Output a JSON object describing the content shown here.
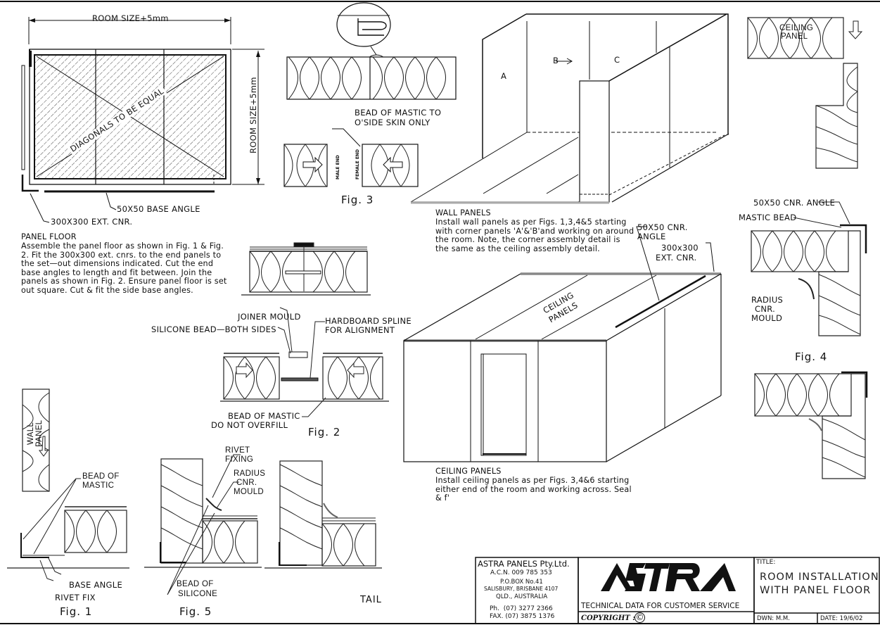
{
  "drawing": {
    "fig1": {
      "caption": "Fig. 1",
      "panel_label": [
        "WALL",
        "PANEL"
      ],
      "labels": {
        "bead_of_mastic": [
          "BEAD OF",
          "MASTIC"
        ],
        "base_angle": "BASE ANGLE",
        "rivet_fix": "RIVET FIX"
      }
    },
    "fig2": {
      "caption": "Fig. 2",
      "labels": {
        "joiner_mould": "JOINER MOULD",
        "silicone_bead": "SILICONE BEAD—BOTH SIDES",
        "hardboard_spline": [
          "HARDBOARD SPLINE",
          "FOR ALIGNMENT"
        ],
        "bead_of_mastic": [
          "BEAD OF MASTIC",
          "DO NOT OVERFILL"
        ]
      }
    },
    "fig3": {
      "caption": "Fig. 3",
      "labels": {
        "bead_of_mastic": [
          "BEAD OF MASTIC TO",
          "O'SIDE SKIN ONLY"
        ],
        "male_end": "MALE END",
        "female_end": "FEMALE END"
      }
    },
    "fig4": {
      "caption": "Fig. 4",
      "labels": {
        "cnr_angle": "50X50 CNR. ANGLE",
        "mastic_bead": "MASTIC BEAD",
        "radius_cnr_mould": [
          "RADIUS",
          "CNR.",
          "MOULD"
        ]
      }
    },
    "fig5": {
      "caption": "Fig. 5",
      "labels": {
        "rivet_fixing": [
          "RIVET",
          "FIXING"
        ],
        "radius_cnr_mould": [
          "RADIUS",
          "CNR.",
          "MOULD"
        ],
        "bead_of_silicone": [
          "BEAD OF",
          "SILICONE"
        ]
      }
    },
    "fig6": {
      "label": "TAIL"
    },
    "ceiling_detail": {
      "label": [
        "CEILING",
        "PANEL"
      ]
    },
    "floor_plan": {
      "dim_top": "ROOM SIZE+5mm",
      "dim_side": "ROOM SIZE+5mm",
      "diagonal": "DIAGONALS TO BE EQUAL",
      "base_angle": "50X50 BASE ANGLE",
      "ext_cnr": "300X300 EXT. CNR."
    },
    "wall_iso": {
      "panel_a": "A",
      "panel_b": "B",
      "panel_c": "C"
    },
    "ceiling_iso": {
      "label": [
        "CEILING",
        "PANELS"
      ],
      "cnr_angle": [
        "50X50 CNR.",
        "ANGLE"
      ],
      "ext_cnr": [
        "300x300",
        "EXT. CNR."
      ]
    }
  },
  "notes": {
    "panel_floor": {
      "title": "PANEL FLOOR",
      "body": "Assemble the panel floor as shown in Fig. 1 & Fig. 2. Fit the 300x300 ext. cnrs. to the end panels to the set—out dimensions indicated. Cut the end base angles to length and fit between. Join the panels as shown in Fig. 2. Ensure panel floor is set out square. Cut & fit the side base angles."
    },
    "wall_panels": {
      "title": "WALL PANELS",
      "body": "Install wall panels as per Figs. 1,3,4&5 starting with corner panels 'A'&'B'and working on around the room. Note, the corner assembly detail is the same as the ceiling assembly detail."
    },
    "ceiling_panels": {
      "title": "CEILING PANELS",
      "body": "Install ceiling panels as per Figs. 3,4&6 starting either end of the room and working across. Seal & f'"
    }
  },
  "title_block": {
    "company": {
      "name": "ASTRA PANELS Pty.Ltd.",
      "acn": "A.C.N. 009 785 353",
      "pobox": "P.O.BOX No.41",
      "suburb": "SALISBURY, BRISBANE 4107",
      "state": "QLD., AUSTRALIA",
      "phone": "Ph.  (07) 3277 2366",
      "fax": "FAX. (07) 3875 1376"
    },
    "logo": "ASTRA",
    "tagline": "TECHNICAL DATA FOR CUSTOMER SERVICE",
    "copyright": "COPYRIGHT :",
    "copyright_symbol": "©",
    "title_label": "TITLE:",
    "title_line1": "ROOM INSTALLATION",
    "title_line2": "WITH PANEL FLOOR",
    "drawn_by": "DWN: M.M.",
    "date": "DATE: 19/6/02"
  }
}
